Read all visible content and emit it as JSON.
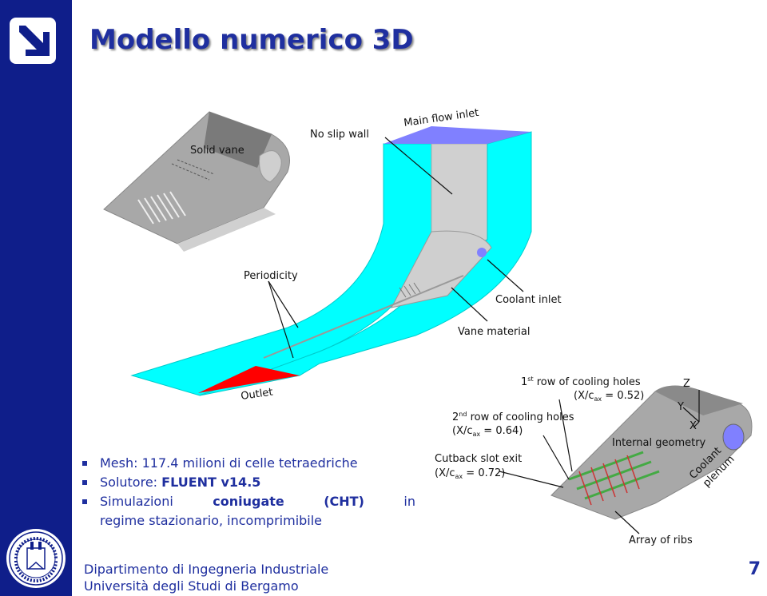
{
  "title": "Modello numerico 3D",
  "bullets": {
    "b1": "Mesh: 117.4 milioni di celle tetraedriche",
    "b2_prefix": "Solutore: ",
    "b2_bold": "FLUENT v14.5",
    "b3_w1": "Simulazioni",
    "b3_w2": "coniugate",
    "b3_w3": "(CHT)",
    "b3_w4": "in",
    "b3_line2": "regime stazionario, incomprimibile"
  },
  "figure": {
    "solid_vane": "Solid vane",
    "no_slip_wall": "No slip wall",
    "main_flow_inlet": "Main flow inlet",
    "periodicity": "Periodicity",
    "coolant_inlet": "Coolant inlet",
    "vane_material": "Vane material",
    "outlet": "Outlet",
    "row1_a": "1",
    "row1_sup": "st",
    "row1_b": " row of cooling holes",
    "row1_pos": "(X/c",
    "row1_sub": "ax",
    "row1_val": " = 0.52)",
    "row2_a": "2",
    "row2_sup": "nd",
    "row2_b": " row of cooling holes",
    "row2_pos": "(X/c",
    "row2_sub": "ax",
    "row2_val": " = 0.64)",
    "cutback": "Cutback slot exit",
    "cutback_pos": "(X/c",
    "cutback_sub": "ax",
    "cutback_val": " = 0.72)",
    "internal_geometry": "Internal geometry",
    "coolant_plenum_1": "Coolant",
    "coolant_plenum_2": "plenum",
    "array_of_ribs": "Array of ribs",
    "axis_z": "Z",
    "axis_y": "Y",
    "axis_x": "X"
  },
  "footer": {
    "line1": "Dipartimento di Ingegneria Industriale",
    "line2": "Università degli Studi di Bergamo"
  },
  "page_number": "7",
  "logo": {
    "seal_text": "UNIVERSITÀ DEGLI STUDI DI BERGAMO"
  },
  "colors": {
    "sidebar": "#0f1e8a",
    "title": "#1f2f9f",
    "fluid_domain": "#00ffff",
    "inlet": "#8080ff",
    "outlet": "#ff0000"
  }
}
